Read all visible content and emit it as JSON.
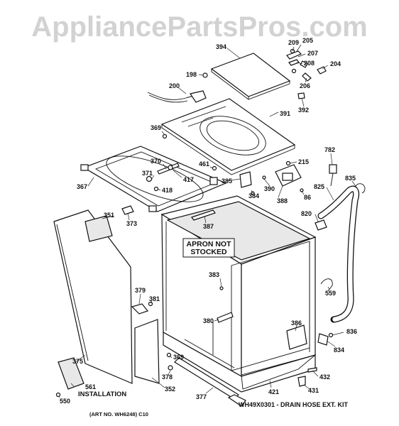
{
  "diagram": {
    "watermark": "AppliancePartsPros.com",
    "apron_note": [
      "APRON NOT",
      "STOCKED"
    ],
    "installation_label": "INSTALLATION",
    "art_number": "(ART NO. WH6248) C10",
    "drain_kit_note": "WH49X0301 - DRAIN HOSE EXT. KIT",
    "parts": [
      {
        "id": "394",
        "label": "394"
      },
      {
        "id": "209",
        "label": "209"
      },
      {
        "id": "205",
        "label": "205"
      },
      {
        "id": "207",
        "label": "207"
      },
      {
        "id": "208",
        "label": "208"
      },
      {
        "id": "204",
        "label": "204"
      },
      {
        "id": "206",
        "label": "206"
      },
      {
        "id": "198",
        "label": "198"
      },
      {
        "id": "200",
        "label": "200"
      },
      {
        "id": "392",
        "label": "392"
      },
      {
        "id": "391",
        "label": "391"
      },
      {
        "id": "369a",
        "label": "369"
      },
      {
        "id": "782",
        "label": "782"
      },
      {
        "id": "370",
        "label": "370"
      },
      {
        "id": "461",
        "label": "461"
      },
      {
        "id": "215",
        "label": "215"
      },
      {
        "id": "371",
        "label": "371"
      },
      {
        "id": "417",
        "label": "417"
      },
      {
        "id": "835",
        "label": "835"
      },
      {
        "id": "367",
        "label": "367"
      },
      {
        "id": "418",
        "label": "418"
      },
      {
        "id": "385",
        "label": "385"
      },
      {
        "id": "384",
        "label": "384"
      },
      {
        "id": "390",
        "label": "390"
      },
      {
        "id": "86",
        "label": "86"
      },
      {
        "id": "825",
        "label": "825"
      },
      {
        "id": "388",
        "label": "388"
      },
      {
        "id": "351",
        "label": "351"
      },
      {
        "id": "820",
        "label": "820"
      },
      {
        "id": "373",
        "label": "373"
      },
      {
        "id": "387",
        "label": "387"
      },
      {
        "id": "383",
        "label": "383"
      },
      {
        "id": "559",
        "label": "559"
      },
      {
        "id": "379",
        "label": "379"
      },
      {
        "id": "381",
        "label": "381"
      },
      {
        "id": "386",
        "label": "386"
      },
      {
        "id": "380",
        "label": "380"
      },
      {
        "id": "836",
        "label": "836"
      },
      {
        "id": "834",
        "label": "834"
      },
      {
        "id": "375",
        "label": "375"
      },
      {
        "id": "369b",
        "label": "369"
      },
      {
        "id": "378",
        "label": "378"
      },
      {
        "id": "432",
        "label": "432"
      },
      {
        "id": "561",
        "label": "561"
      },
      {
        "id": "352",
        "label": "352"
      },
      {
        "id": "421",
        "label": "421"
      },
      {
        "id": "431",
        "label": "431"
      },
      {
        "id": "377",
        "label": "377"
      },
      {
        "id": "550",
        "label": "550"
      }
    ]
  }
}
